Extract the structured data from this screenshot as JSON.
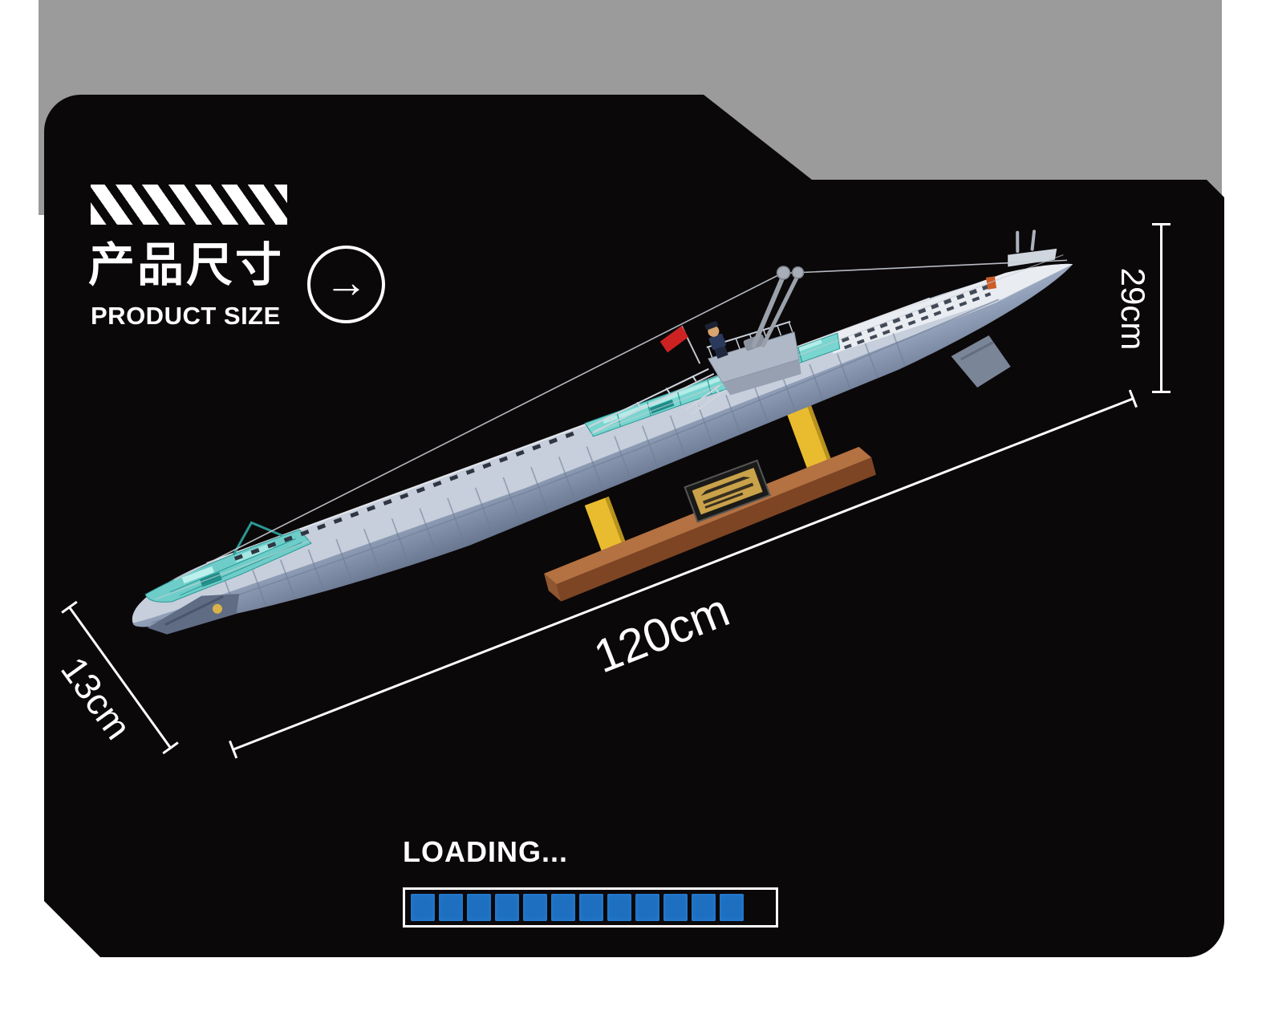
{
  "palette": {
    "backdrop_gray": "#9b9b9b",
    "card_black": "#0b0809",
    "white": "#ffffff",
    "progress_blue": "#1e6fc0",
    "hull_blue_gray": "#94a2bb",
    "cutaway_teal": "#6ecdc9",
    "stand_brown": "#b47141",
    "accent_yellow": "#e9bc2f",
    "flag_red": "#ce2222"
  },
  "header": {
    "stripes_icon_name": "hazard-stripes-icon",
    "title_cn": "产品尺寸",
    "title_en": "PRODUCT SIZE",
    "arrow_glyph": "→"
  },
  "dimensions": {
    "length_label": "120cm",
    "height_label": "29cm",
    "width_label": "13cm"
  },
  "loading": {
    "label": "LOADING...",
    "filled_segments": 12
  },
  "product": {
    "kind": "brick-built submarine model on wooden display stand"
  }
}
